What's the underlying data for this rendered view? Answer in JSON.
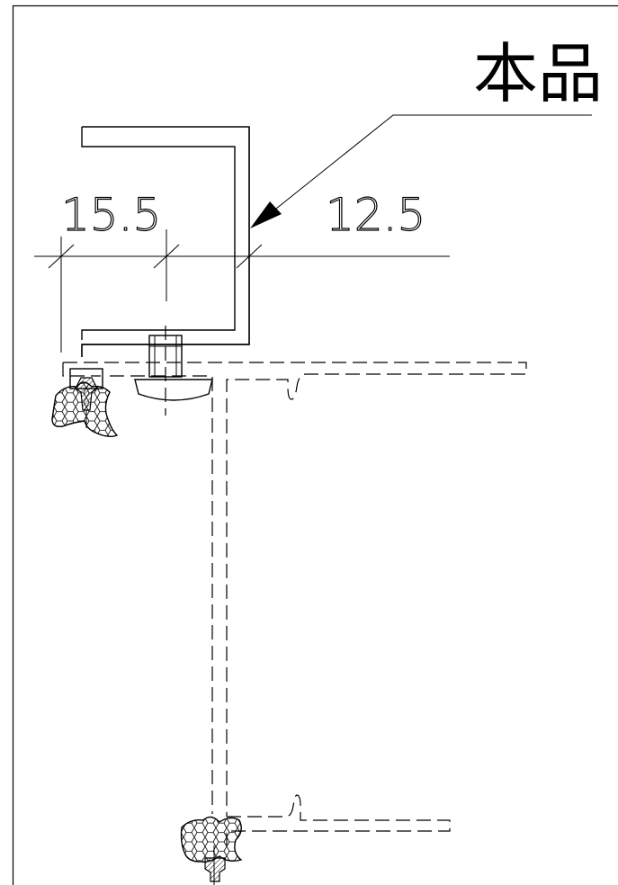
{
  "label": {
    "text": "本品"
  },
  "dimensions": {
    "left": "15.5",
    "right": "12.5"
  }
}
